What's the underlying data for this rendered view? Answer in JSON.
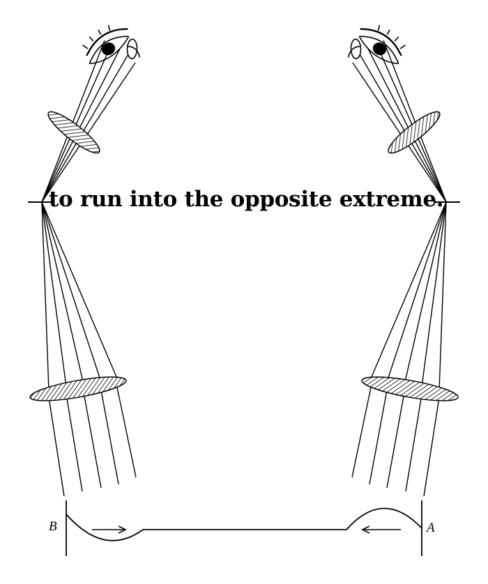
{
  "caption": "to run into the opposite extreme.",
  "labels": {
    "left": "B",
    "right": "A"
  },
  "colors": {
    "ink": "#000000",
    "paper": "#ffffff"
  },
  "icons": [
    "eye-icon"
  ]
}
